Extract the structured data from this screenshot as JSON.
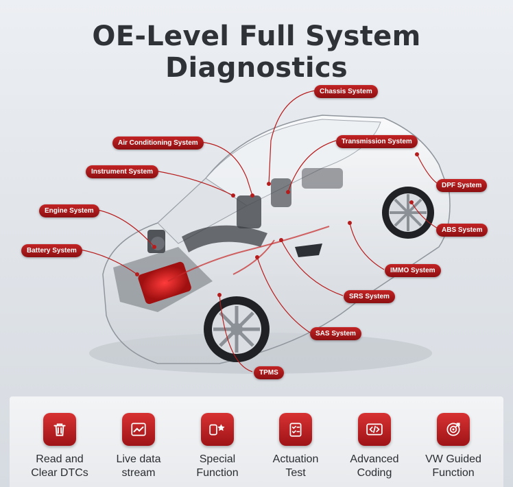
{
  "title": "OE-Level Full System Diagnostics",
  "accent_color": "#b71c1c",
  "systems": [
    "Chassis System",
    "Air Conditioning System",
    "Transmission System",
    "Instrument System",
    "DPF System",
    "Engine System",
    "ABS System",
    "Battery System",
    "IMMO System",
    "SRS System",
    "SAS System",
    "TPMS"
  ],
  "features": [
    {
      "line1": "Read and",
      "line2": "Clear DTCs",
      "icon": "trash-icon"
    },
    {
      "line1": "Live data",
      "line2": "stream",
      "icon": "chart-icon"
    },
    {
      "line1": "Special",
      "line2": "Function",
      "icon": "star-tools-icon"
    },
    {
      "line1": "Actuation",
      "line2": "Test",
      "icon": "checklist-icon"
    },
    {
      "line1": "Advanced",
      "line2": "Coding",
      "icon": "code-icon"
    },
    {
      "line1": "VW Guided",
      "line2": "Function",
      "icon": "target-icon"
    }
  ]
}
